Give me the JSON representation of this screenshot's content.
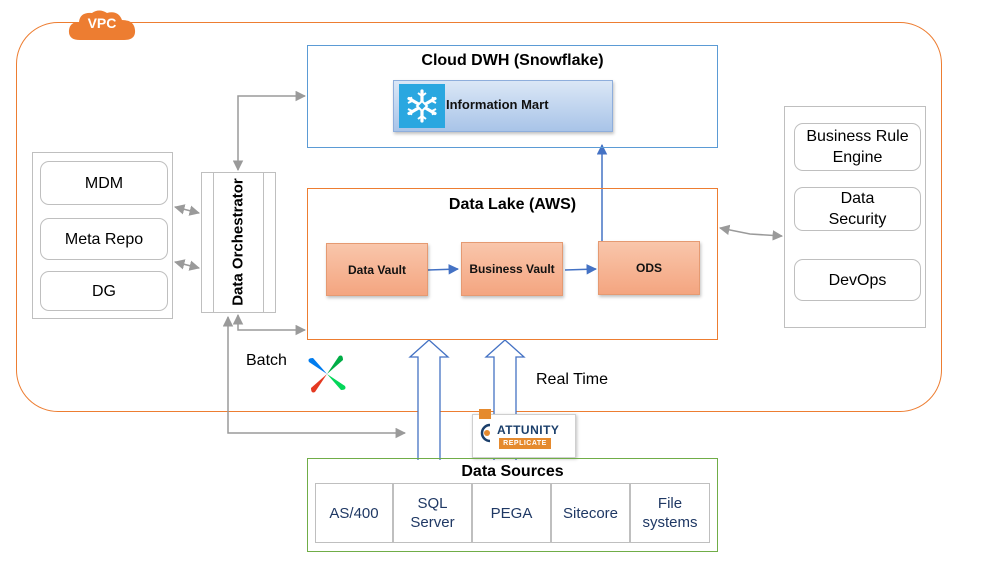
{
  "vpc": {
    "label": "VPC",
    "frame_color": "#ED7D31"
  },
  "cloud_dwh": {
    "title": "Cloud DWH (Snowflake)",
    "information_mart": "Information Mart",
    "icon": "snowflake-icon",
    "border_color": "#5B9BD5"
  },
  "data_lake": {
    "title": "Data Lake (AWS)",
    "border_color": "#ED7D31",
    "stages": [
      "Data Vault",
      "Business Vault",
      "ODS"
    ]
  },
  "governance": {
    "items": [
      "MDM",
      "Meta Repo",
      "DG"
    ]
  },
  "orchestrator": {
    "label": "Data Orchestrator"
  },
  "services": {
    "items": [
      "Business Rule Engine",
      "Data Security",
      "DevOps"
    ]
  },
  "labels": {
    "batch": "Batch",
    "real_time": "Real Time"
  },
  "airflow": {
    "icon": "airflow-pinwheel-icon"
  },
  "attunity": {
    "name": "ATTUNITY",
    "product": "REPLICATE"
  },
  "data_sources": {
    "title": "Data Sources",
    "border_color": "#70AD47",
    "items": [
      "AS/400",
      "SQL Server",
      "PEGA",
      "Sitecore",
      "File systems"
    ]
  }
}
